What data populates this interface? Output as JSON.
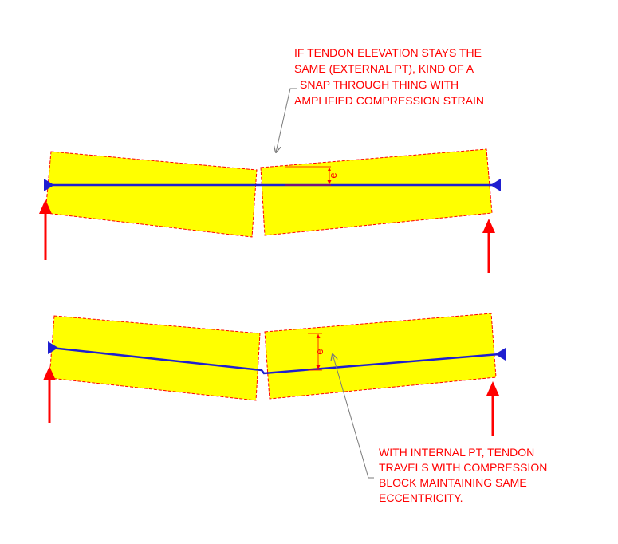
{
  "notes": {
    "external_pt": [
      "IF TENDON ELEVATION STAYS THE",
      "SAME (EXTERNAL PT), KIND OF A",
      "SNAP THROUGH THING WITH",
      "AMPLIFIED COMPRESSION STRAIN"
    ],
    "internal_pt": [
      "WITH INTERNAL PT, TENDON",
      "TRAVELS WITH COMPRESSION",
      "BLOCK MAINTAINING SAME",
      "ECCENTRICITY."
    ]
  },
  "dimension_label": "e",
  "colors": {
    "block_fill": "#ffff00",
    "block_edge": "#ff0000",
    "tendon": "#1f1fd0",
    "anchor": "#1f1fd0",
    "reaction_arrow": "#ff0000",
    "leader": "#7a7a7a",
    "text": "#ff0000"
  }
}
